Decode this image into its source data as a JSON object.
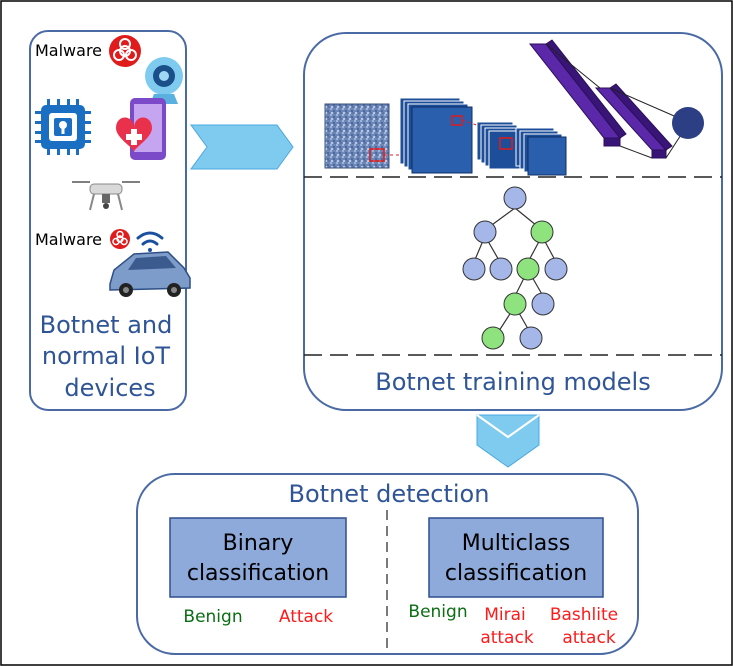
{
  "devices_panel": {
    "malware_label_1": "Malware",
    "malware_label_2": "Malware",
    "title_line_1": "Botnet and",
    "title_line_2": "normal IoT",
    "title_line_3": "devices"
  },
  "models_panel": {
    "title": "Botnet training models"
  },
  "detection_panel": {
    "title": "Botnet detection",
    "binary": {
      "title_line_1": "Binary",
      "title_line_2": "classification",
      "benign": "Benign",
      "attack": "Attack"
    },
    "multiclass": {
      "title_line_1": "Multiclass",
      "title_line_2": "classification",
      "benign": "Benign",
      "mirai_line_1": "Mirai",
      "mirai_line_2": "attack",
      "bashlite_line_1": "Bashlite",
      "bashlite_line_2": "attack"
    }
  },
  "colors": {
    "panel_border": "#4a6aa5",
    "box_fill": "#8eaadb",
    "arrow": "#7fcbef",
    "benign": "#0a6e14",
    "attack": "#ff1a1a",
    "title_text": "#2f5597",
    "node_blue": "#a4b7e8",
    "node_green": "#8fe37f",
    "cnn_blue": "#1d4e9a",
    "cnn_purple": "#4b1a8c"
  },
  "icons": [
    "biohazard-icon",
    "webcam-icon",
    "chip-icon",
    "phone-health-icon",
    "drone-icon",
    "wifi-icon",
    "car-icon"
  ]
}
